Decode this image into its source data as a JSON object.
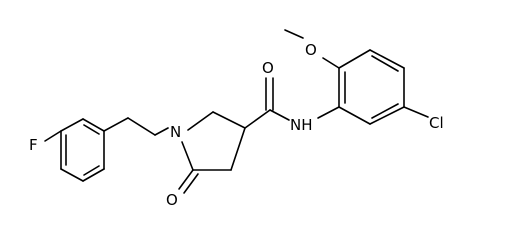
{
  "atoms": {
    "fluorine": "F",
    "nitrogen_ring": "N",
    "oxygen_lactam": "O",
    "oxygen_amide": "O",
    "nitrogen_amide": "NH",
    "oxygen_methoxy": "O",
    "chlorine": "Cl"
  },
  "colors": {
    "bond": "#000000",
    "label": "#000000",
    "background": "#ffffff"
  }
}
